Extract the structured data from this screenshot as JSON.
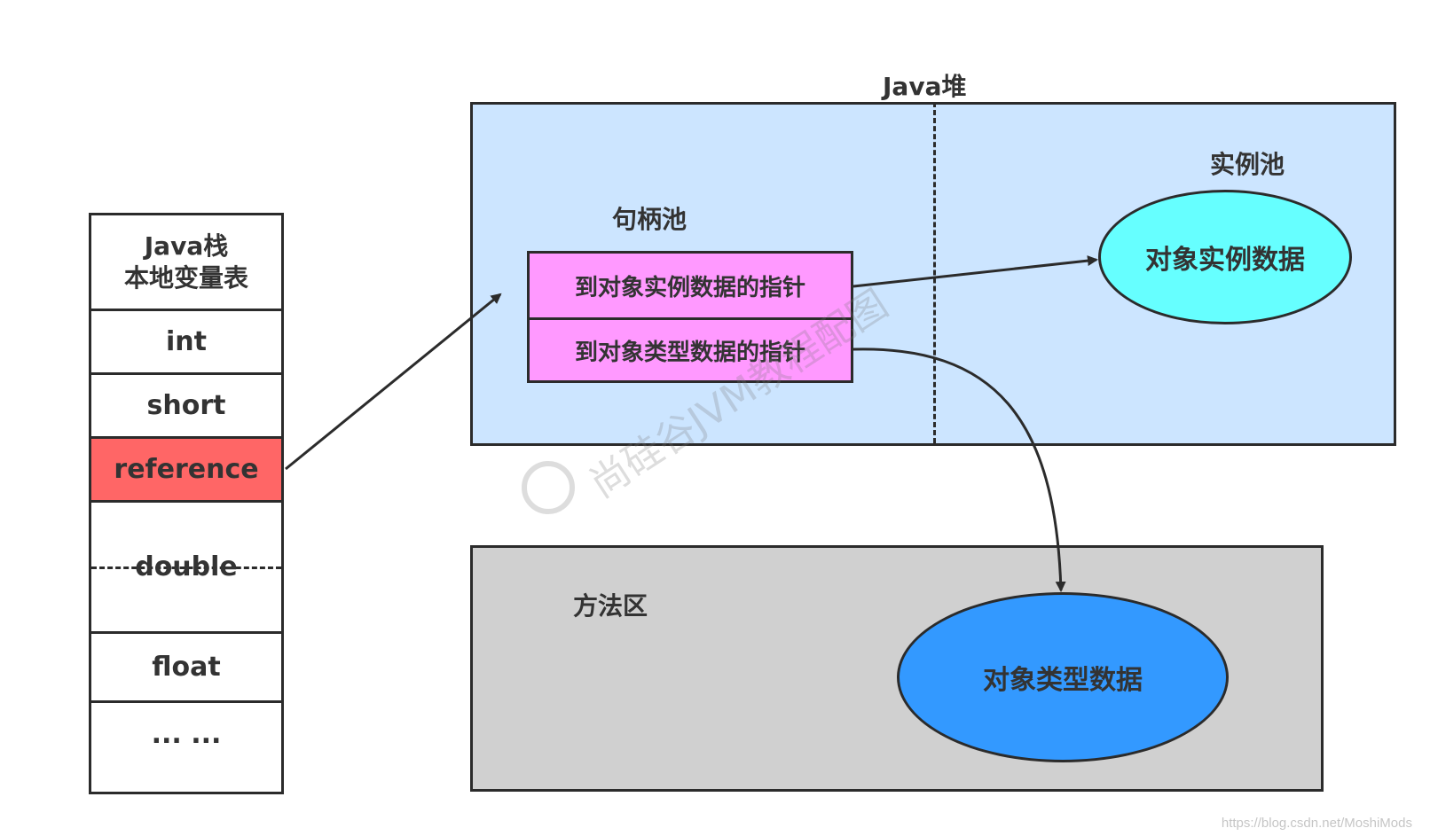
{
  "stack": {
    "title_line1": "Java栈",
    "title_line2": "本地变量表",
    "items": [
      "int",
      "short",
      "reference",
      "double",
      "float",
      "... ..."
    ]
  },
  "heap": {
    "title": "Java堆",
    "handle_pool_label": "句柄池",
    "instance_pool_label": "实例池",
    "ptr_instance": "到对象实例数据的指针",
    "ptr_type": "到对象类型数据的指针",
    "instance_data": "对象实例数据"
  },
  "method_area": {
    "label": "方法区",
    "type_data": "对象类型数据"
  },
  "watermark": "尚硅谷JVM教程配图",
  "footer_url": "https://blog.csdn.net/MoshiMods",
  "colors": {
    "reference_fill": "#ff6666",
    "heap_fill": "#cce5ff",
    "pointer_fill": "#ff99ff",
    "instance_fill": "#66ffff",
    "type_fill": "#3399ff",
    "method_fill": "#d0d0d0"
  }
}
